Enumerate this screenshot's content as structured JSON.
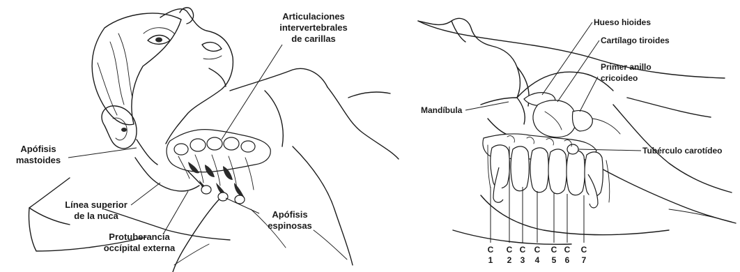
{
  "left_figure": {
    "labels": {
      "facet_joints_l1": "Articulaciones",
      "facet_joints_l2": "intervertebrales",
      "facet_joints_l3": "de carillas",
      "mastoid_l1": "Apófisis",
      "mastoid_l2": "mastoides",
      "nuchal_line_l1": "Línea superior",
      "nuchal_line_l2": "de la nuca",
      "protuberance_l1": "Protuberancia",
      "protuberance_l2": "occípital externa",
      "spinous_l1": "Apófisis",
      "spinous_l2": "espinosas"
    }
  },
  "right_figure": {
    "labels": {
      "hyoid": "Hueso hioides",
      "thyroid": "Cartílago tiroides",
      "cricoid_l1": "Primer anillo",
      "cricoid_l2": "cricoideo",
      "mandible": "Mandíbula",
      "carotid": "Tubérculo carotídeo"
    },
    "vertebrae": [
      {
        "letter": "C",
        "num": "1"
      },
      {
        "letter": "C",
        "num": "2"
      },
      {
        "letter": "C",
        "num": "3"
      },
      {
        "letter": "C",
        "num": "4"
      },
      {
        "letter": "C",
        "num": "5"
      },
      {
        "letter": "C",
        "num": "6"
      },
      {
        "letter": "C",
        "num": "7"
      }
    ]
  }
}
